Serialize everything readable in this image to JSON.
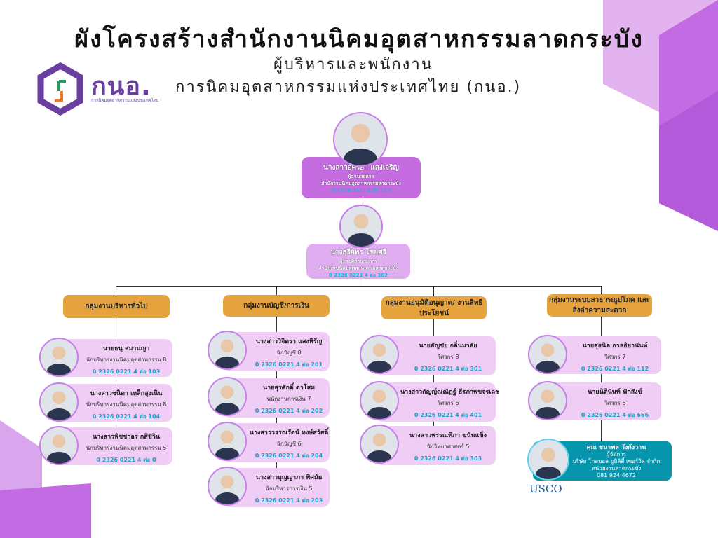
{
  "header": {
    "title": "ผังโครงสร้างสำนักงานนิคมอุตสาหกรรมลาดกระบัง",
    "subtitle1": "ผู้บริหารและพนักงาน",
    "subtitle2": "การนิคมอุตสาหกรรมแห่งประเทศไทย (กนอ.)",
    "logo_text": "กนอ.",
    "logo_sub": "การนิคมอุตสาหกรรมแห่งประเทศไทย"
  },
  "colors": {
    "director": "#c56be0",
    "assistant": "#e0aef0",
    "group": "#e6a23c",
    "card": "#efcdf5",
    "phone": "#1aa3c9",
    "contractor": "#0596ae"
  },
  "director": {
    "name": "นางสาวอัศริยา แสงเจริญ",
    "position": "ผู้อำนวยการ",
    "office": "สำนักงานนิคมอุตสาหกรรมลาดกระบัง",
    "phone": "0 2326 0221 4 ต่อ 111"
  },
  "assistant": {
    "name": "นางสุรีย์พร โชยศรี",
    "position": "ผู้ช่วยผู้อำนวยการ",
    "office": "สำนักงานนิคมอุตสาหกรรมลาดกระบัง",
    "phone": "0 2326 0221 4 ต่อ 102"
  },
  "groups": [
    {
      "label": "กลุ่มงานบริหารทั่วไป",
      "members": [
        {
          "name": "นายธนู สมานญา",
          "position": "นักบริหารงานนิคมอุตสาหกรรม 8",
          "phone": "0 2326 0221 4 ต่อ 103"
        },
        {
          "name": "นางสาวชนิดา เหล็กสูงเนิน",
          "position": "นักบริหารงานนิคมอุตสาหกรรม 8",
          "phone": "0 2326 0221 4 ต่อ 104"
        },
        {
          "name": "นางสาวพิชชาอร กสิชีวิน",
          "position": "นักบริหารงานนิคมอุตสาหกรรม 5",
          "phone": "0 2326 0221 4 ต่อ 0"
        }
      ]
    },
    {
      "label": "กลุ่มงานบัญชี/การเงิน",
      "members": [
        {
          "name": "นางสาววิจิตรา แสงหิรัญ",
          "position": "นักบัญชี 8",
          "phone": "0 2326 0221 4 ต่อ 201"
        },
        {
          "name": "นายสุรศักดิ์ ดาโสม",
          "position": "พนักงานการเงิน 7",
          "phone": "0 2326 0221 4 ต่อ 202"
        },
        {
          "name": "นางสาววรรณรัตน์ หงษ์สวัสดิ์",
          "position": "นักบัญชี 6",
          "phone": "0 2326 0221 4 ต่อ 204"
        },
        {
          "name": "นางสาวบุญญาภา พิศมัย",
          "position": "นักบริหารการเงิน 5",
          "phone": "0 2326 0221 4 ต่อ 203"
        }
      ]
    },
    {
      "label": "กลุ่มงานอนุมัติอนุญาต/ งานสิทธิประโยชน์",
      "members": [
        {
          "name": "นายสัญชัย กลิ่นมาลัย",
          "position": "วิศวกร 8",
          "phone": "0 2326 0221 4 ต่อ 301"
        },
        {
          "name": "นางสาวกัญญ์ณณัฏฐ์  ธีรภาพขจรเดช",
          "position": "วิศวกร 6",
          "phone": "0 2326 0221 4 ต่อ 401"
        },
        {
          "name": "นางสาวพรรณทิภา ขนันแข็ง",
          "position": "นักวิทยาศาสตร์ 5",
          "phone": "0 2326 0221 4 ต่อ 303"
        }
      ]
    },
    {
      "label": "กลุ่มงานระบบสาธารณูปโภค และสิ่งอำความสะดวก",
      "members": [
        {
          "name": "นายสุธนิต กาลธิยานันท์",
          "position": "วิศวกร 7",
          "phone": "0 2326 0221 4 ต่อ 112"
        },
        {
          "name": "นายนิตินันท์ ฟักสังข์",
          "position": "วิศวกร 6",
          "phone": "0 2326 0221 4 ต่อ 666"
        }
      ]
    }
  ],
  "contractor": {
    "name": "คุณ ชนาพล วังกังวาน",
    "position": "ผู้จัดการ",
    "company": "บริษัท โกลบอล ยูทิลิตี้ เซอร์วิส จำกัด",
    "unit": "หน่วยงานลาดกระบัง",
    "phone": "081 924 4672",
    "logo": "USCO"
  }
}
